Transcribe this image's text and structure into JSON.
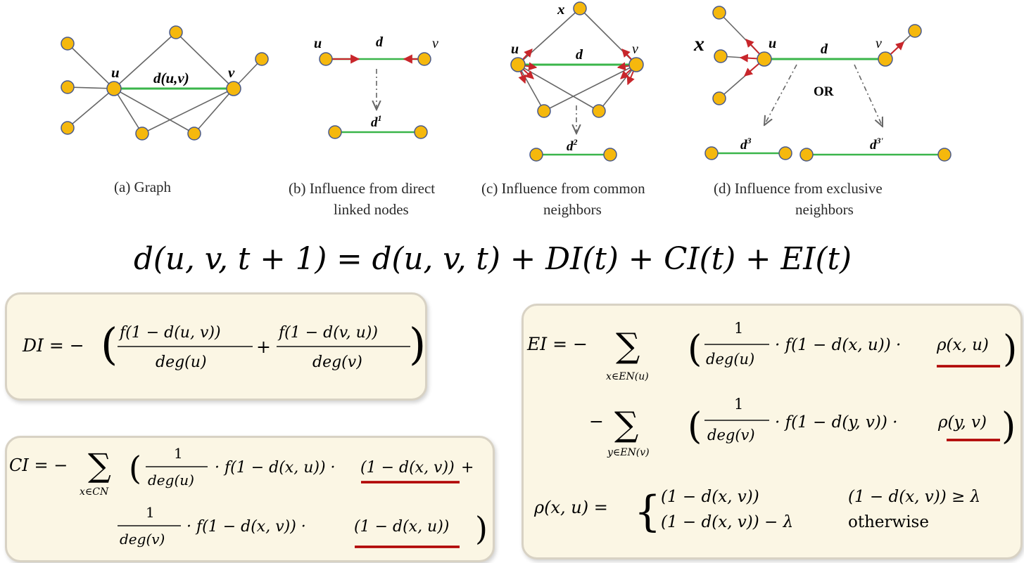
{
  "diagram": {
    "labels": {
      "u": "u",
      "v": "v",
      "x": "x",
      "d": "d",
      "duv": "d(u,v)",
      "d1_base": "d",
      "d1_sup": "1",
      "d2_base": "d",
      "d2_sup": "2",
      "d3_base": "d",
      "d3_sup": "3",
      "d3p_base": "d",
      "d3p_sup": "3'",
      "or": "OR"
    },
    "captions": {
      "a": "(a)  Graph",
      "b_line1": "(b) Influence from direct",
      "b_line2": "linked nodes",
      "c_line1": "(c) Influence from common",
      "c_line2": "neighbors",
      "d_line1": "(d) Influence from exclusive",
      "d_line2": "neighbors"
    },
    "colors": {
      "node": "#f5b80d",
      "node_stroke": "#4a5a8a",
      "edge_green": "#3ab54a",
      "arrow_red": "#c8262b",
      "edge_gray": "#666666",
      "underline": "#b00000",
      "box_bg": "#fbf6e4"
    }
  },
  "equations": {
    "main": "d(u, v, t + 1) = d(u, v, t) + DI(t) + CI(t) + EI(t)",
    "di": {
      "lhs": "DI = −",
      "num1": "f(1 − d(u, v))",
      "den1": "deg(u)",
      "plus": "+",
      "num2": "f(1 − d(v, u))",
      "den2": "deg(v)"
    },
    "ci": {
      "lhs": "CI = −",
      "sum_sub": "x∈CN",
      "one": "1",
      "den1": "deg(u)",
      "term1": "· f(1 − d(x, u)) ·",
      "ul1": "(1 − d(x, v))",
      "plus": "+",
      "den2": "deg(v)",
      "term2": "· f(1 − d(x, v)) ·",
      "ul2": "(1 − d(x, u))"
    },
    "ei": {
      "lhs": "EI = −",
      "sum_sub1": "x∈EN(u)",
      "one": "1",
      "den1": "deg(u)",
      "term1": "· f(1 − d(x, u)) ·",
      "ul1": "ρ(x, u)",
      "minus": "−",
      "sum_sub2": "y∈EN(v)",
      "den2": "deg(v)",
      "term2": "· f(1 − d(y, v)) ·",
      "ul2": "ρ(y, v)"
    },
    "rho": {
      "lhs": "ρ(x, u) =",
      "case1": "(1 − d(x, v))",
      "cond1": "(1 − d(x, v)) ≥ λ",
      "case2": "(1 − d(x, v)) − λ",
      "cond2": "otherwise"
    }
  }
}
